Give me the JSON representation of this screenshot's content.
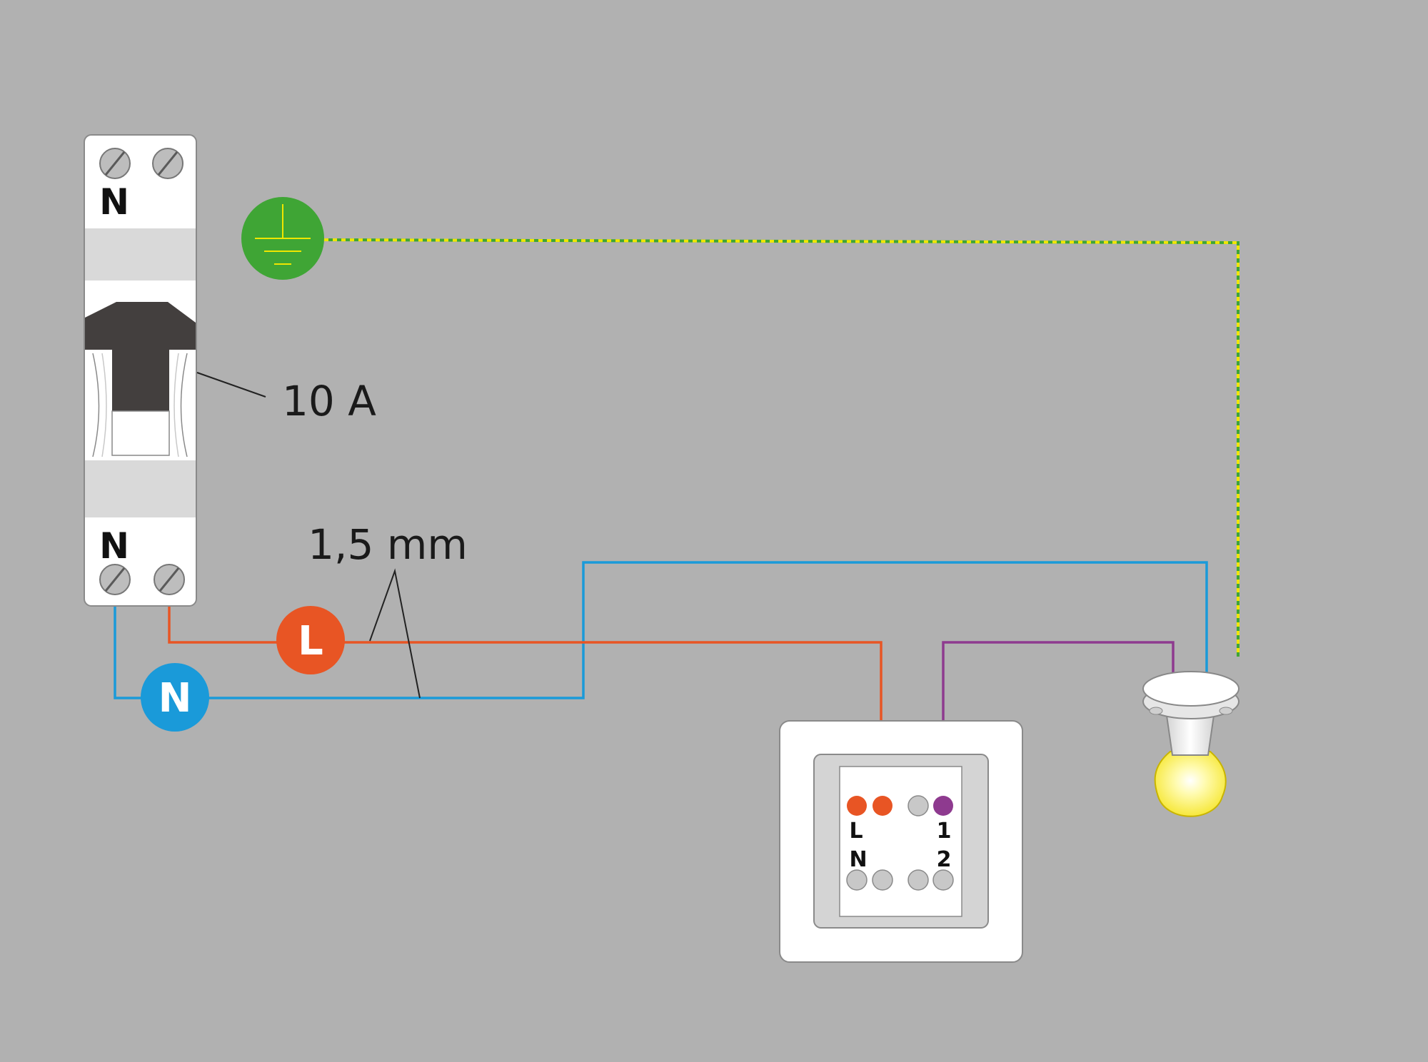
{
  "breaker": {
    "top_terminal_label": "N",
    "bottom_terminal_label": "N",
    "rating_label": "10 A"
  },
  "wire_section_label": "1,5 mm",
  "badges": {
    "line": "L",
    "neutral": "N"
  },
  "switch": {
    "label_l": "L",
    "label_n": "N",
    "label_1": "1",
    "label_2": "2"
  },
  "colors": {
    "background": "#b1b1b1",
    "line_wire": "#e85524",
    "neutral_wire": "#1a9ad9",
    "switched_wire": "#8e3a8f",
    "earth_green": "#3fa535",
    "earth_yellow": "#f0e600",
    "lamp_glow": "#fff24a"
  },
  "icons": {
    "earth": "earth-ground-icon",
    "lamp": "light-bulb-icon",
    "switch": "wall-switch-icon",
    "breaker": "circuit-breaker-icon"
  }
}
